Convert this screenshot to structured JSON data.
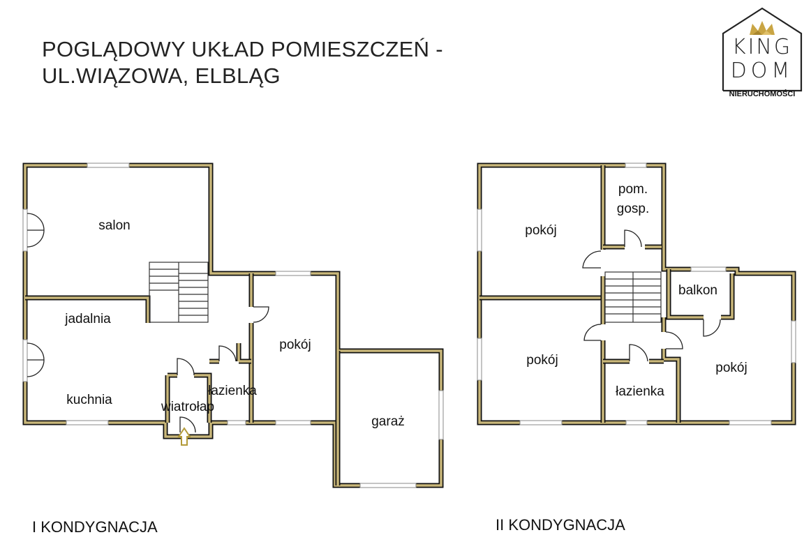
{
  "title": {
    "line1": "POGLĄDOWY UKŁAD POMIESZCZEŃ -",
    "line2": "UL.WIĄZOWA, ELBLĄG"
  },
  "logo": {
    "line1": "KING",
    "line2": "DOM",
    "subtitle": "NIERUCHOMOŚCI",
    "icon": "crown-icon"
  },
  "floors": [
    {
      "label": "I KONDYGNACJA",
      "rooms": [
        "salon",
        "jadalnia",
        "kuchnia",
        "wiatrołap",
        "łazienka",
        "pokój",
        "garaż"
      ]
    },
    {
      "label": "II KONDYGNACJA",
      "rooms": [
        "pokój",
        "pom.",
        "gosp.",
        "balkon",
        "pokój",
        "łazienka",
        "pokój"
      ]
    }
  ],
  "colors": {
    "wall_outer": "#111111",
    "wall_fill": "#c9b77a",
    "entrance_arrow": "#b39b3a",
    "logo_gold": "#c9a544"
  }
}
